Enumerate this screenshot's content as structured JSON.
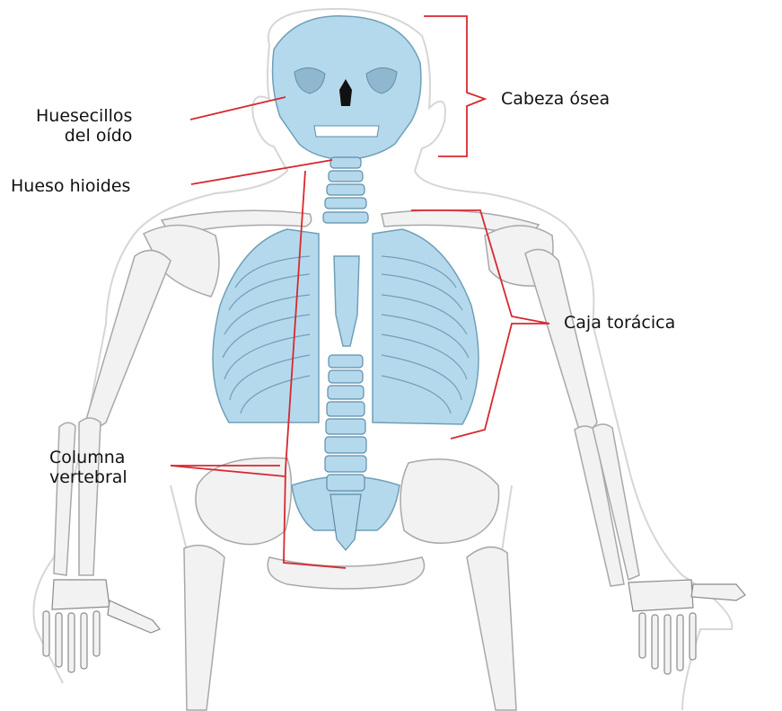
{
  "labels": {
    "ossicles_line1": "Huesecillos",
    "ossicles_line2": "del oído",
    "hyoid": "Hueso hioides",
    "column_line1": "Columna",
    "column_line2": "vertebral",
    "skull": "Cabeza ósea",
    "ribcage": "Caja torácica"
  },
  "colors": {
    "axial_bone": "#b5d9ec",
    "axial_outline": "#6f9fb9",
    "appendicular_bone": "#f2f2f2",
    "bone_shadow": "#cfcfcf",
    "body_outline": "#d6d6d6",
    "pointer_lines": "#d7282f"
  }
}
